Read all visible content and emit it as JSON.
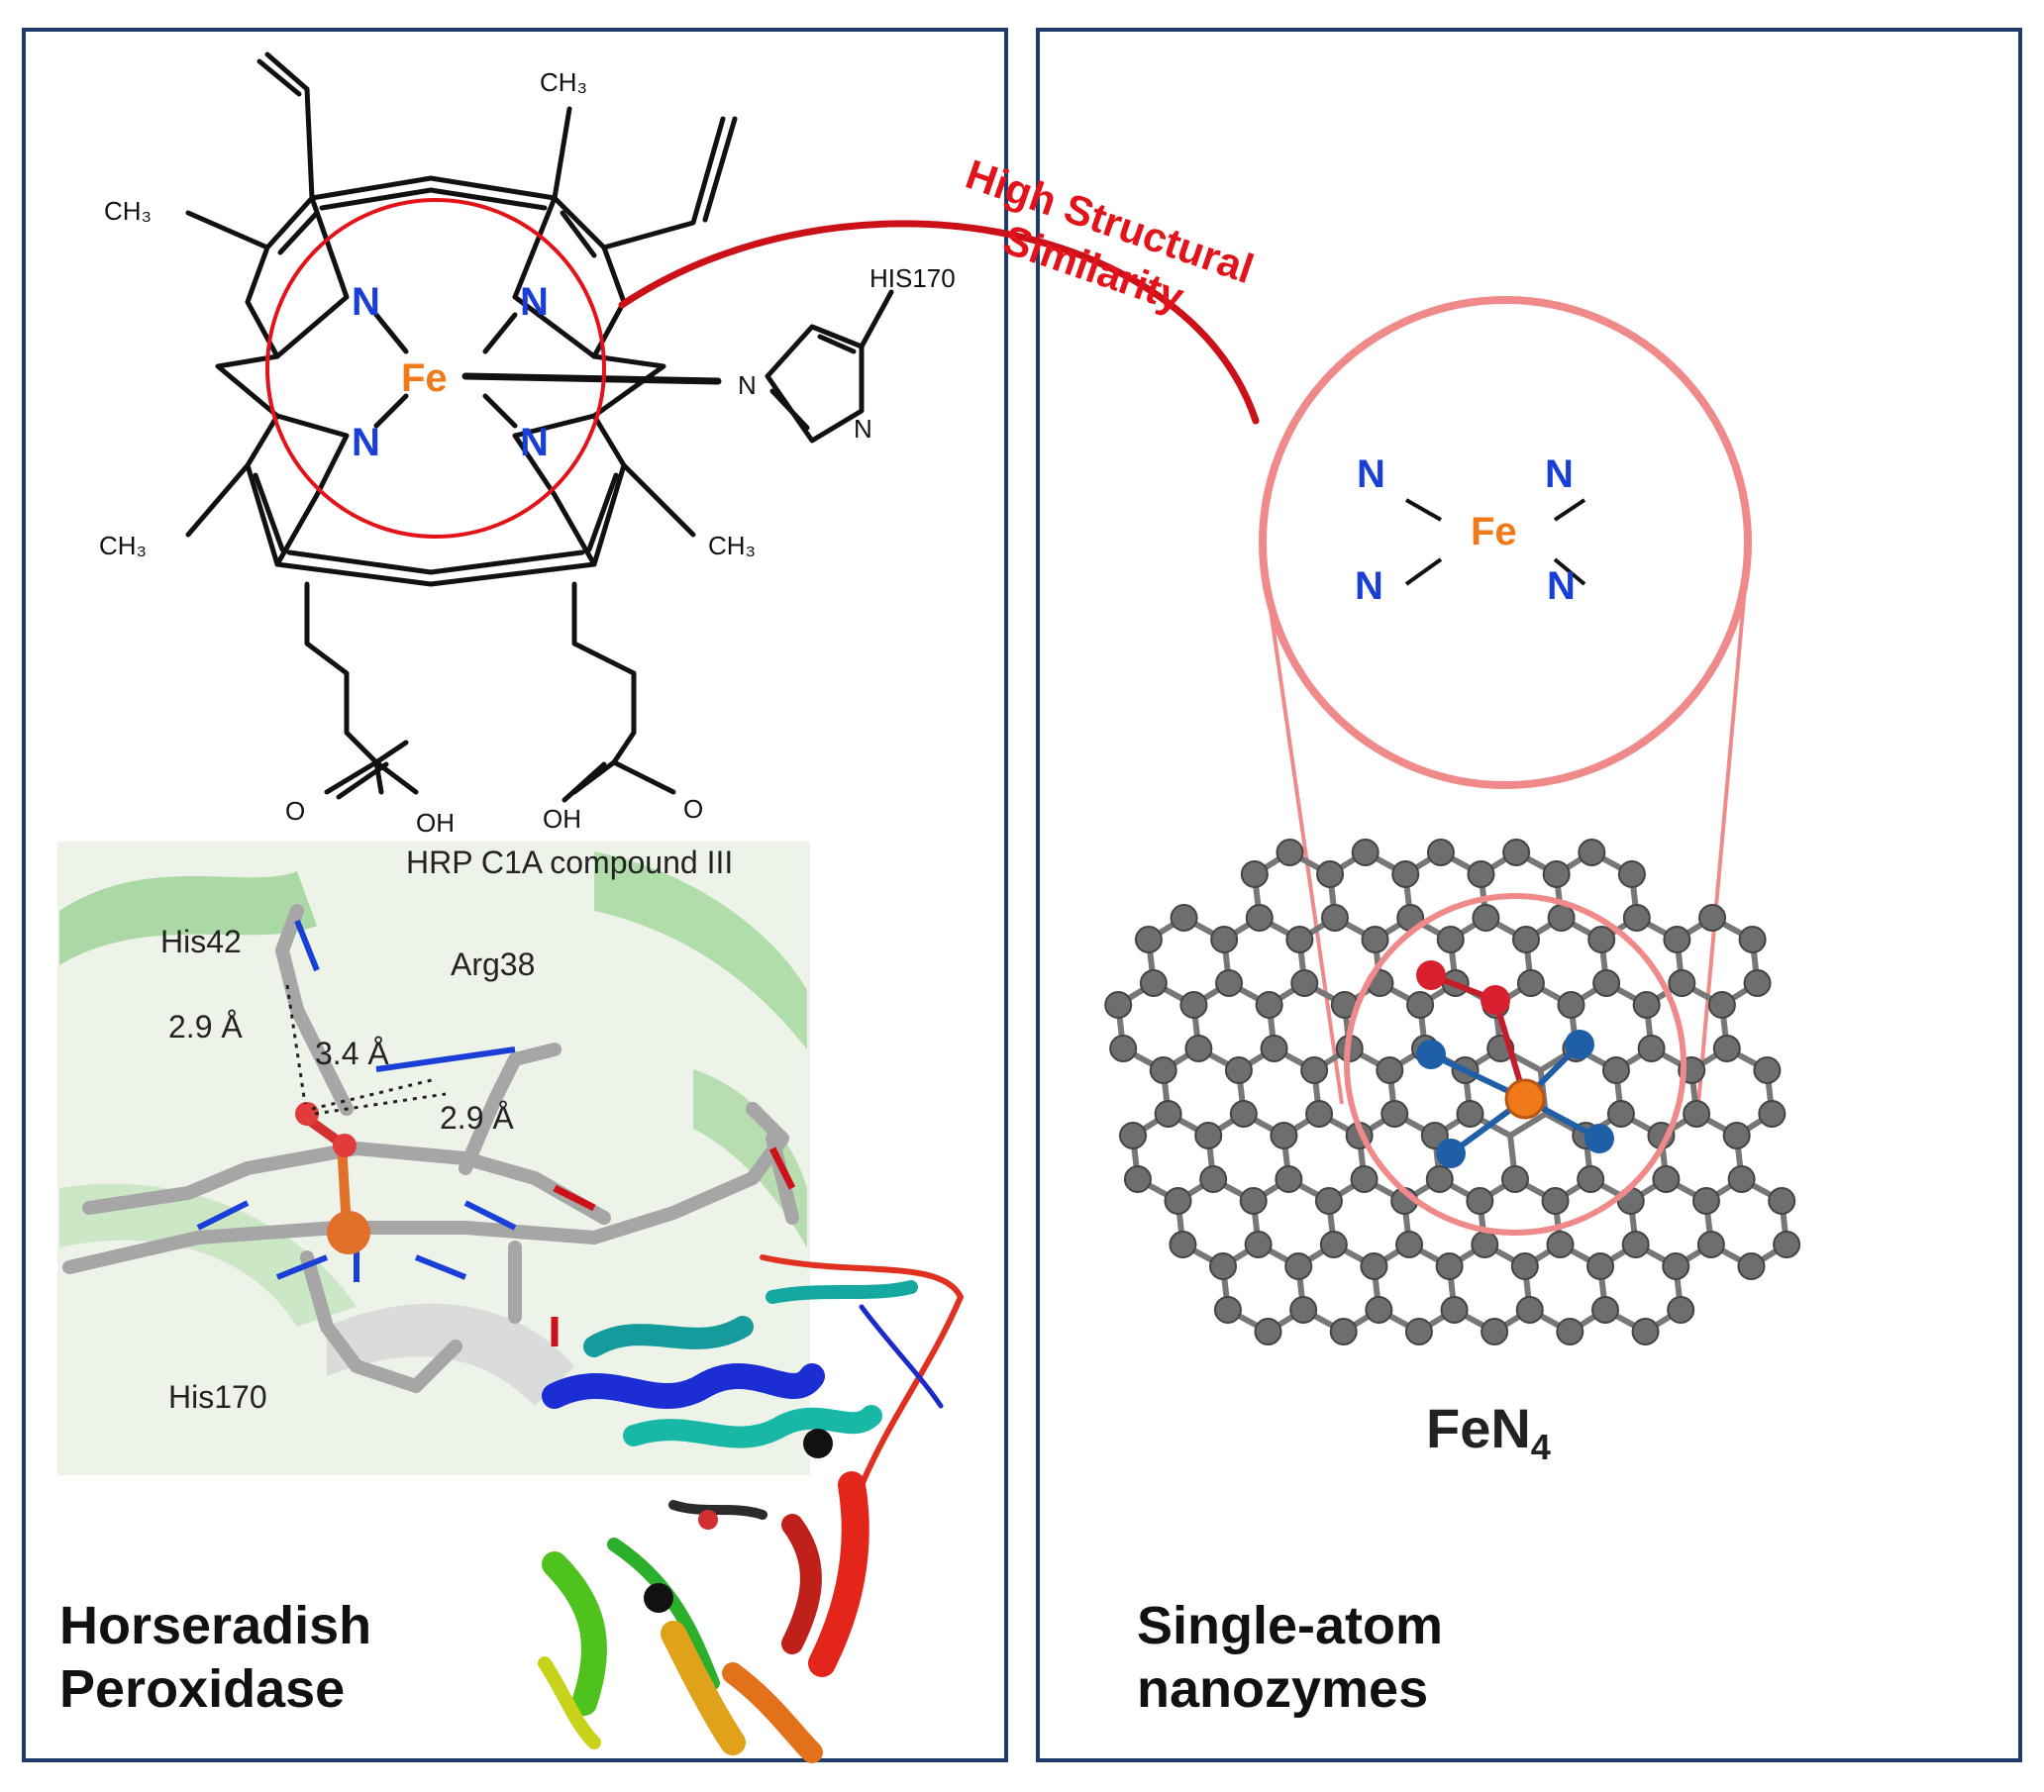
{
  "left_panel": {
    "caption_line1": "Horseradish",
    "caption_line2": "Peroxidase",
    "heme": {
      "metal": "Fe",
      "nitrogen": "N",
      "methyl": "CH₃",
      "carbonyl_o": "O",
      "hydroxyl": "OH",
      "his_ligand": "HIS170"
    },
    "crystal": {
      "title": "HRP C1A compound III",
      "his42": "His42",
      "arg38": "Arg38",
      "his170": "His170",
      "dist_his42": "2.9 Å",
      "dist_arg38_a": "3.4 Å",
      "dist_arg38_b": "2.9 Å"
    }
  },
  "link": {
    "label_line1": "High Structural",
    "label_line2": "Similarity"
  },
  "right_panel": {
    "caption_line1": "Single-atom",
    "caption_line2": "nanozymes",
    "site": {
      "metal": "Fe",
      "nitrogen": "N"
    },
    "formula_base": "FeN",
    "formula_sub": "4"
  },
  "colors": {
    "nitrogen": "#1a3fd6",
    "iron": "#f07a1a",
    "highlight": "#e3131b",
    "zoom": "#f08a8a",
    "border": "#1f3b6b",
    "carbon_atom": "#6e6e6e"
  }
}
